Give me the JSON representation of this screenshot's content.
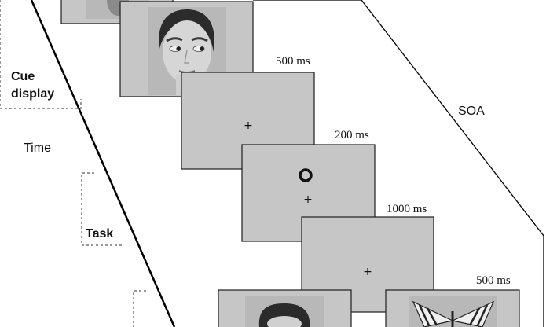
{
  "labels": {
    "cue_display": [
      "Cue",
      "display"
    ],
    "time": "Time",
    "task": "Task",
    "soa": "SOA"
  },
  "durations": [
    "500 ms",
    "200 ms",
    "1000 ms",
    "500 ms"
  ],
  "fixation_symbol": "+",
  "icons": {
    "face": "face-photo-icon",
    "butterfly": "butterfly-photo-icon",
    "target": "circle-target-icon"
  }
}
